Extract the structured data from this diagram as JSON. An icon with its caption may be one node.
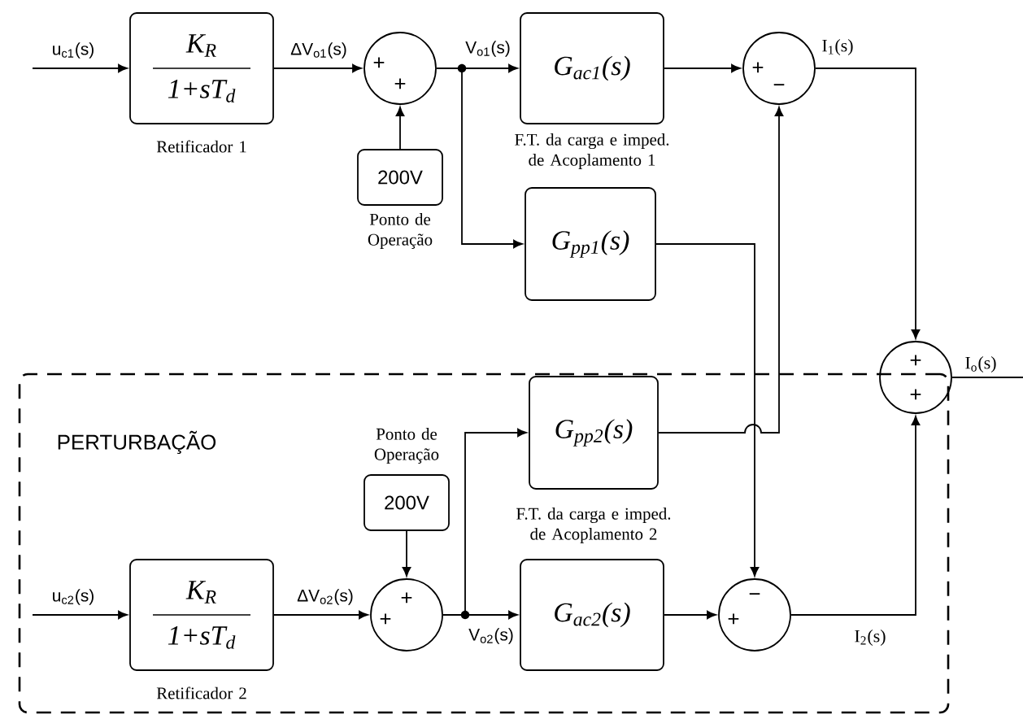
{
  "diagram": {
    "nodes": [
      {
        "text": [
          "K$_{R}$",
          "1+sT$_{d}$"
        ],
        "beside": [
          "Retificador 1"
        ]
      },
      {
        "text": [
          "+",
          "+"
        ]
      },
      {
        "text": [
          "200V"
        ],
        "beside": [
          "Ponto de Operação"
        ]
      },
      {
        "text": [
          "G$_{ac1}$(s)"
        ],
        "beside": [
          "F.T. da carga e imped. de Acoplamento 1"
        ]
      },
      {
        "text": [
          "G$_{pp1}$(s)"
        ]
      },
      {
        "text": [
          "+",
          "−"
        ]
      },
      {
        "text": [
          "+",
          "+"
        ]
      },
      {
        "text": [
          "PERTURBAÇÃO"
        ]
      },
      {
        "text": [
          "200V"
        ],
        "beside": [
          "Ponto de Operação"
        ],
        "in": 7
      },
      {
        "text": [
          "G$_{pp2}$(s)"
        ],
        "beside": [
          "F.T. da carga e imped. de Acoplamento 2"
        ],
        "in": 7
      },
      {
        "text": [
          "K$_{R}$",
          "1+sT$_{d}$"
        ],
        "beside": [
          "Retificador 2"
        ],
        "in": 7
      },
      {
        "text": [
          "+",
          "+"
        ],
        "in": 7
      },
      {
        "text": [
          "G$_{ac2}$(s)"
        ],
        "in": 7
      },
      {
        "text": [
          "−",
          "+"
        ],
        "in": 7
      }
    ],
    "edges": [
      {
        "from": null,
        "to": 0,
        "arrow": "to",
        "label": "u$_{c1}$(s)"
      },
      {
        "from": 0,
        "to": 1,
        "arrow": "to",
        "label": "ΔV$_{o1}$(s)"
      },
      {
        "from": 2,
        "to": 1,
        "arrow": "to"
      },
      {
        "from": 1,
        "to": 3,
        "arrow": "to",
        "label": "V$_{o1}$(s)"
      },
      {
        "from": 1,
        "to": 4,
        "arrow": "to"
      },
      {
        "from": 3,
        "to": 5,
        "arrow": "to"
      },
      {
        "from": 4,
        "to": 13,
        "arrow": "to"
      },
      {
        "from": 5,
        "to": 6,
        "arrow": "to",
        "label": "I$_{1}$(s)"
      },
      {
        "from": 6,
        "to": null,
        "arrow": "none",
        "label": "I$_{o}$(s)"
      },
      {
        "from": null,
        "to": 10,
        "arrow": "to",
        "label": "u$_{c2}$(s)"
      },
      {
        "from": 10,
        "to": 11,
        "arrow": "to",
        "label": "ΔV$_{o2}$(s)"
      },
      {
        "from": 8,
        "to": 11,
        "arrow": "to"
      },
      {
        "from": 11,
        "to": 12,
        "arrow": "to",
        "label": "V$_{o2}$(s)"
      },
      {
        "from": 11,
        "to": 9,
        "arrow": "to"
      },
      {
        "from": 9,
        "to": 5,
        "arrow": "to"
      },
      {
        "from": 12,
        "to": 13,
        "arrow": "to"
      },
      {
        "from": 13,
        "to": 6,
        "arrow": "to",
        "label": "I$_{2}$(s)"
      }
    ]
  }
}
